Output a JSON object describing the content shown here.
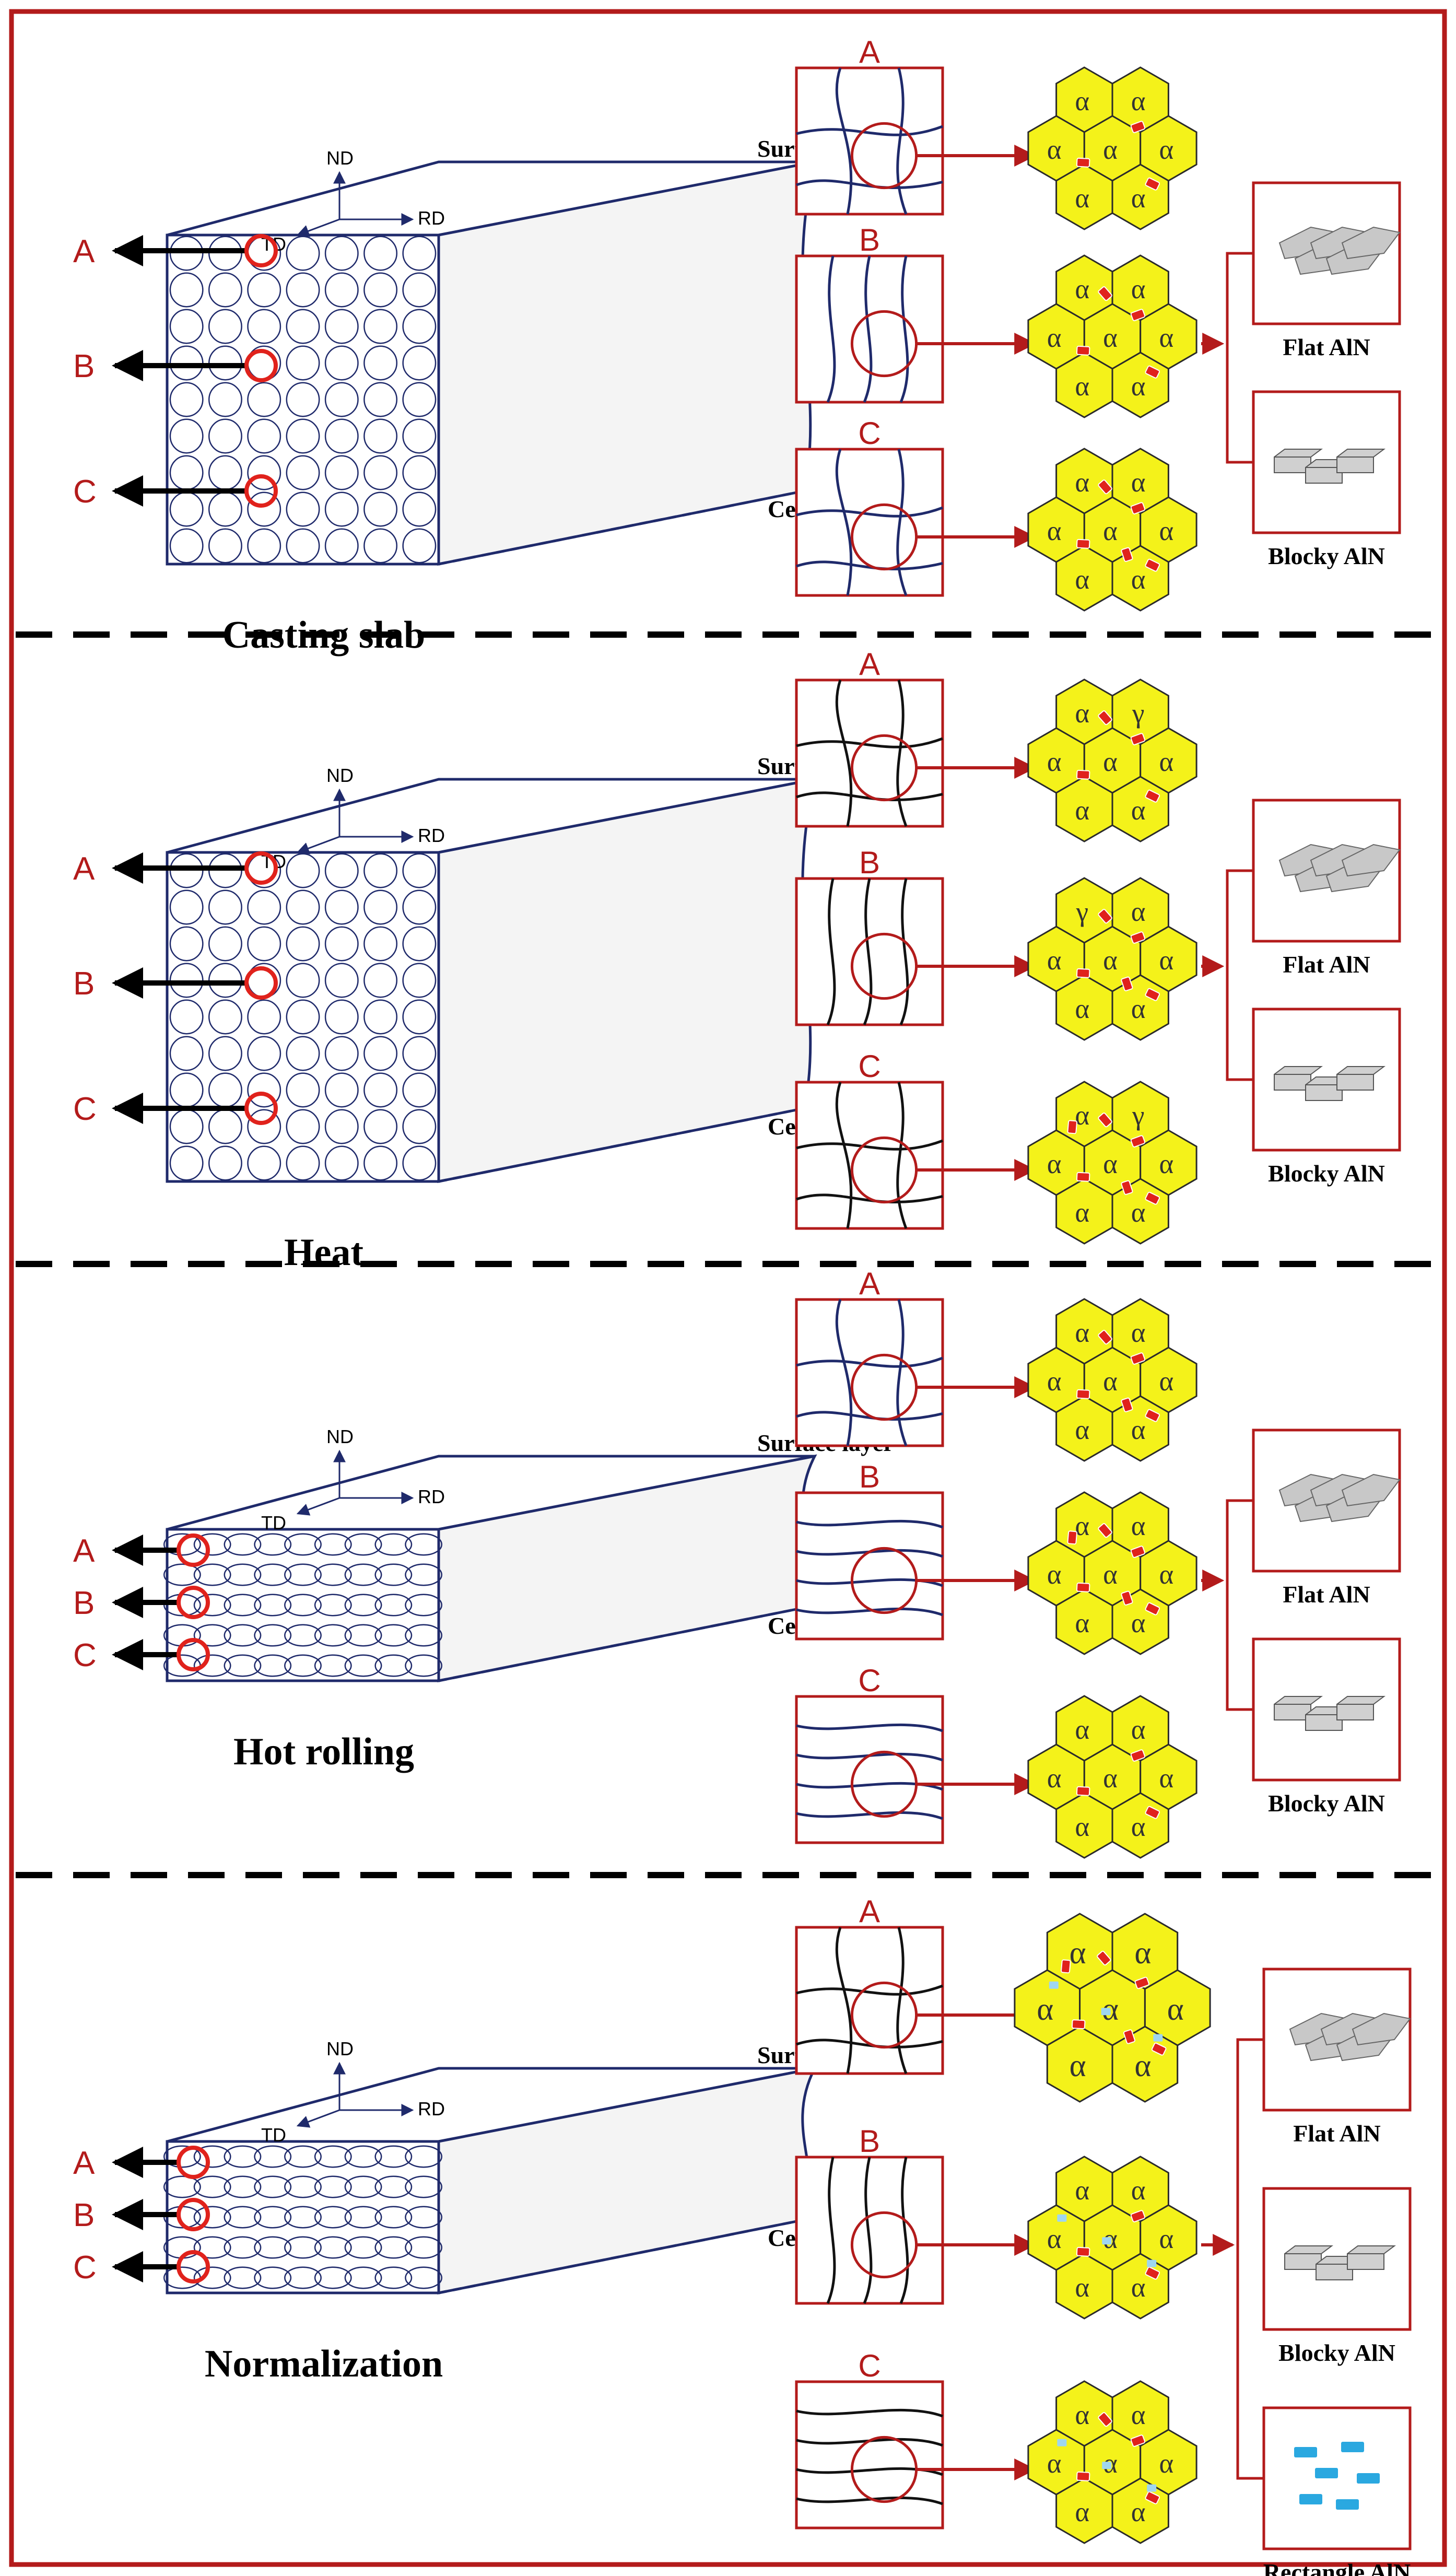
{
  "figure": {
    "accent_color": "#b31b1b",
    "grain_line_color": "#1f2a6b",
    "alpha_fill": "#f4f21a",
    "particle_color": "#e0221c",
    "rect_particle_color": "#2aa8e0",
    "axes": {
      "nd": "ND",
      "td": "TD",
      "rd": "RD"
    },
    "labels": {
      "surface": "Surface layer",
      "center": "Center layer"
    },
    "locations": [
      "A",
      "B",
      "C"
    ],
    "panels": [
      {
        "title": "Casting slab",
        "rows": [
          {
            "loc": "A",
            "phases": [
              "α",
              "α",
              "α",
              "α",
              "α",
              "α",
              "α"
            ]
          },
          {
            "loc": "B",
            "phases": [
              "α",
              "α",
              "α",
              "α",
              "α",
              "α",
              "α"
            ]
          },
          {
            "loc": "C",
            "phases": [
              "α",
              "α",
              "α",
              "α",
              "α",
              "α",
              "α"
            ]
          }
        ],
        "types": [
          "Flat AlN",
          "Blocky AlN"
        ]
      },
      {
        "title": "Heat",
        "rows": [
          {
            "loc": "A",
            "phases": [
              "α",
              "γ",
              "α",
              "α",
              "α",
              "α",
              "α"
            ]
          },
          {
            "loc": "B",
            "phases": [
              "γ",
              "α",
              "α",
              "α",
              "α",
              "α",
              "α"
            ]
          },
          {
            "loc": "C",
            "phases": [
              "α",
              "γ",
              "α",
              "α",
              "α",
              "α",
              "α"
            ]
          }
        ],
        "types": [
          "Flat AlN",
          "Blocky AlN"
        ]
      },
      {
        "title": "Hot rolling",
        "rows": [
          {
            "loc": "A",
            "phases": [
              "α",
              "α",
              "α",
              "α",
              "α",
              "α",
              "α"
            ]
          },
          {
            "loc": "B",
            "phases": [
              "α",
              "α",
              "α",
              "α",
              "α",
              "α",
              "α"
            ]
          },
          {
            "loc": "C",
            "phases": [
              "α",
              "α",
              "α",
              "α",
              "α",
              "α",
              "α"
            ]
          }
        ],
        "types": [
          "Flat AlN",
          "Blocky AlN"
        ]
      },
      {
        "title": "Normalization",
        "rows": [
          {
            "loc": "A",
            "phases": [
              "α",
              "α",
              "α",
              "α",
              "α",
              "α",
              "α"
            ]
          },
          {
            "loc": "B",
            "phases": [
              "α",
              "α",
              "α",
              "α",
              "α",
              "α",
              "α"
            ]
          },
          {
            "loc": "C",
            "phases": [
              "α",
              "α",
              "α",
              "α",
              "α",
              "α",
              "α"
            ]
          }
        ],
        "types": [
          "Flat AlN",
          "Blocky AlN",
          "Rectangle AlN"
        ]
      }
    ]
  }
}
